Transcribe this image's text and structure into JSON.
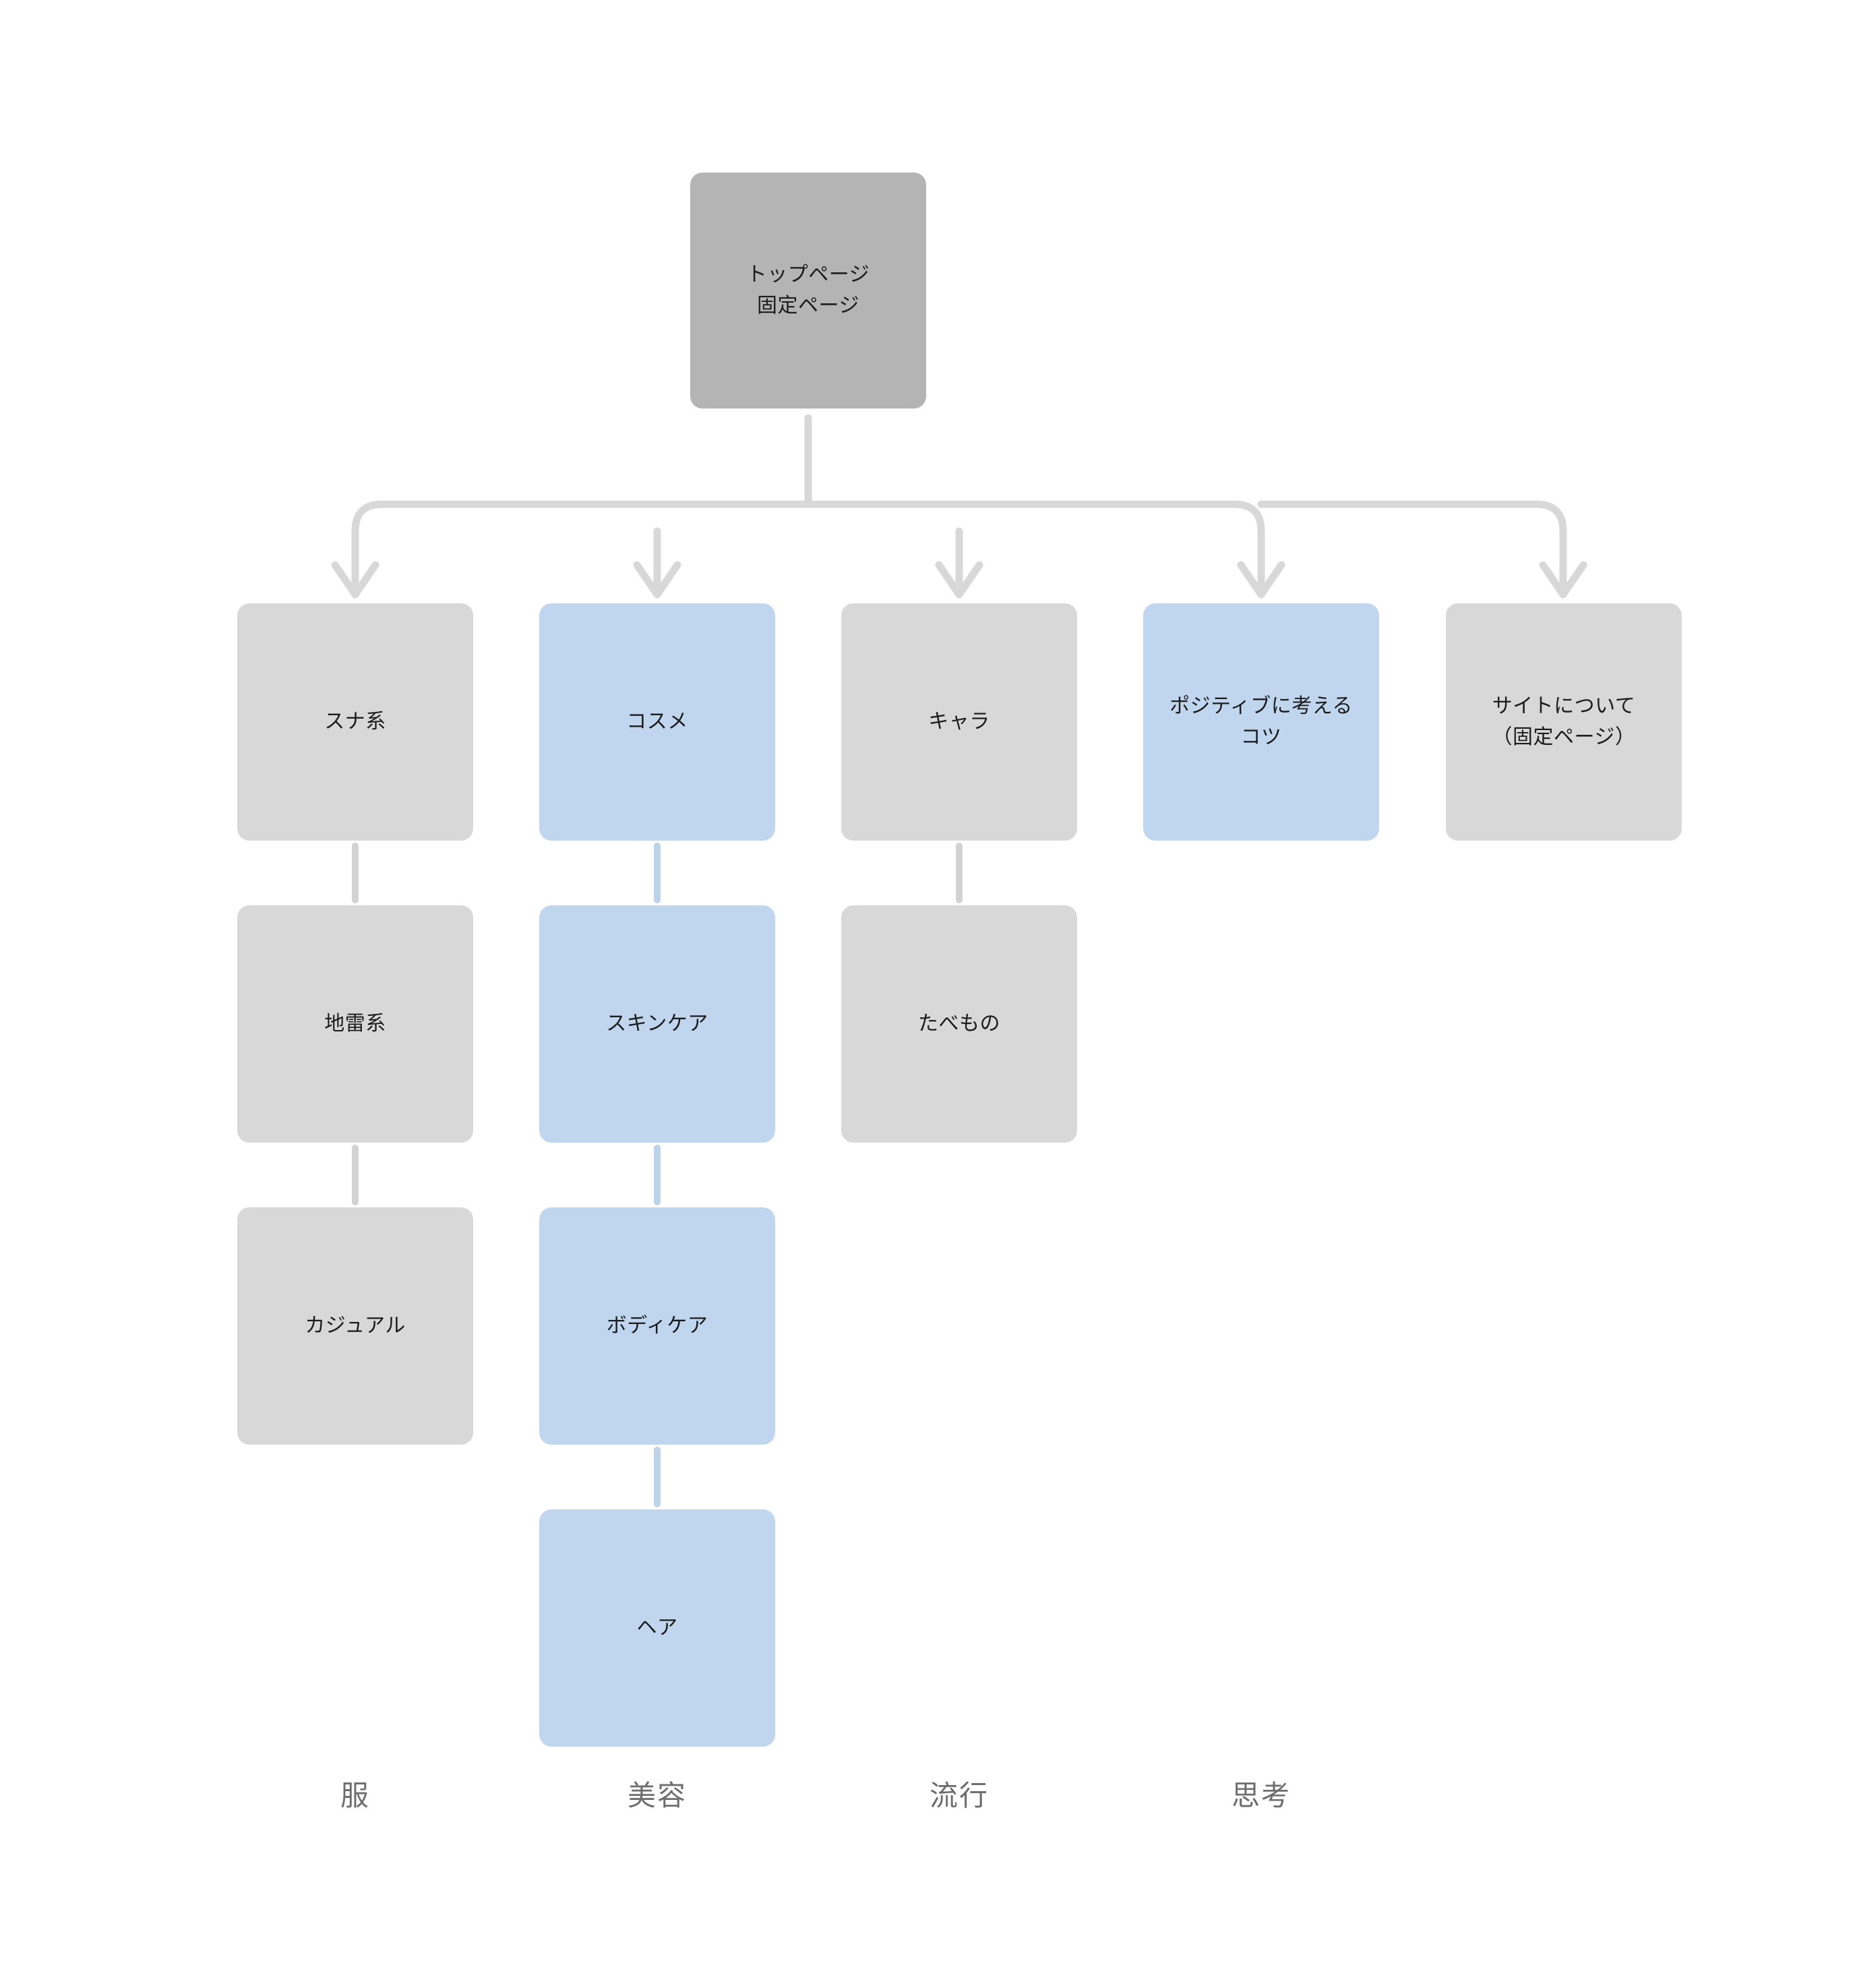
{
  "diagram": {
    "type": "sitemap-tree",
    "background_color": "#ffffff",
    "colors": {
      "root_fill": "#b4b4b4",
      "gray_fill": "#d8d8d8",
      "blue_fill": "#c0d6ee",
      "gray_connector": "#d8d8d8",
      "blue_connector": "#bcd3ec",
      "node_text": "#1c1c1c",
      "column_label_text": "#6e6e6e"
    },
    "root": {
      "label": "トップページ\n固定ページ",
      "line1": "トップページ",
      "line2": "固定ページ",
      "fill": "#b4b4b4"
    },
    "columns": [
      {
        "index": 0,
        "footer_label": "服",
        "accent": "gray",
        "nodes": [
          {
            "label": "スナ系",
            "fill": "gray"
          },
          {
            "label": "地雷系",
            "fill": "gray"
          },
          {
            "label": "カジュアル",
            "fill": "gray"
          }
        ]
      },
      {
        "index": 1,
        "footer_label": "美容",
        "accent": "blue",
        "nodes": [
          {
            "label": "コスメ",
            "fill": "blue"
          },
          {
            "label": "スキンケア",
            "fill": "blue"
          },
          {
            "label": "ボディケア",
            "fill": "blue"
          },
          {
            "label": "ヘア",
            "fill": "blue"
          }
        ]
      },
      {
        "index": 2,
        "footer_label": "流行",
        "accent": "gray",
        "nodes": [
          {
            "label": "キャラ",
            "fill": "gray"
          },
          {
            "label": "たべもの",
            "fill": "gray"
          }
        ]
      },
      {
        "index": 3,
        "footer_label": "思考",
        "accent": "blue",
        "nodes": [
          {
            "label": "ポジティブに考える\nコツ",
            "fill": "blue"
          }
        ]
      },
      {
        "index": 4,
        "footer_label": "",
        "accent": "gray",
        "nodes": [
          {
            "label": "サイトについて\n（固定ページ）",
            "fill": "gray"
          }
        ]
      }
    ]
  }
}
